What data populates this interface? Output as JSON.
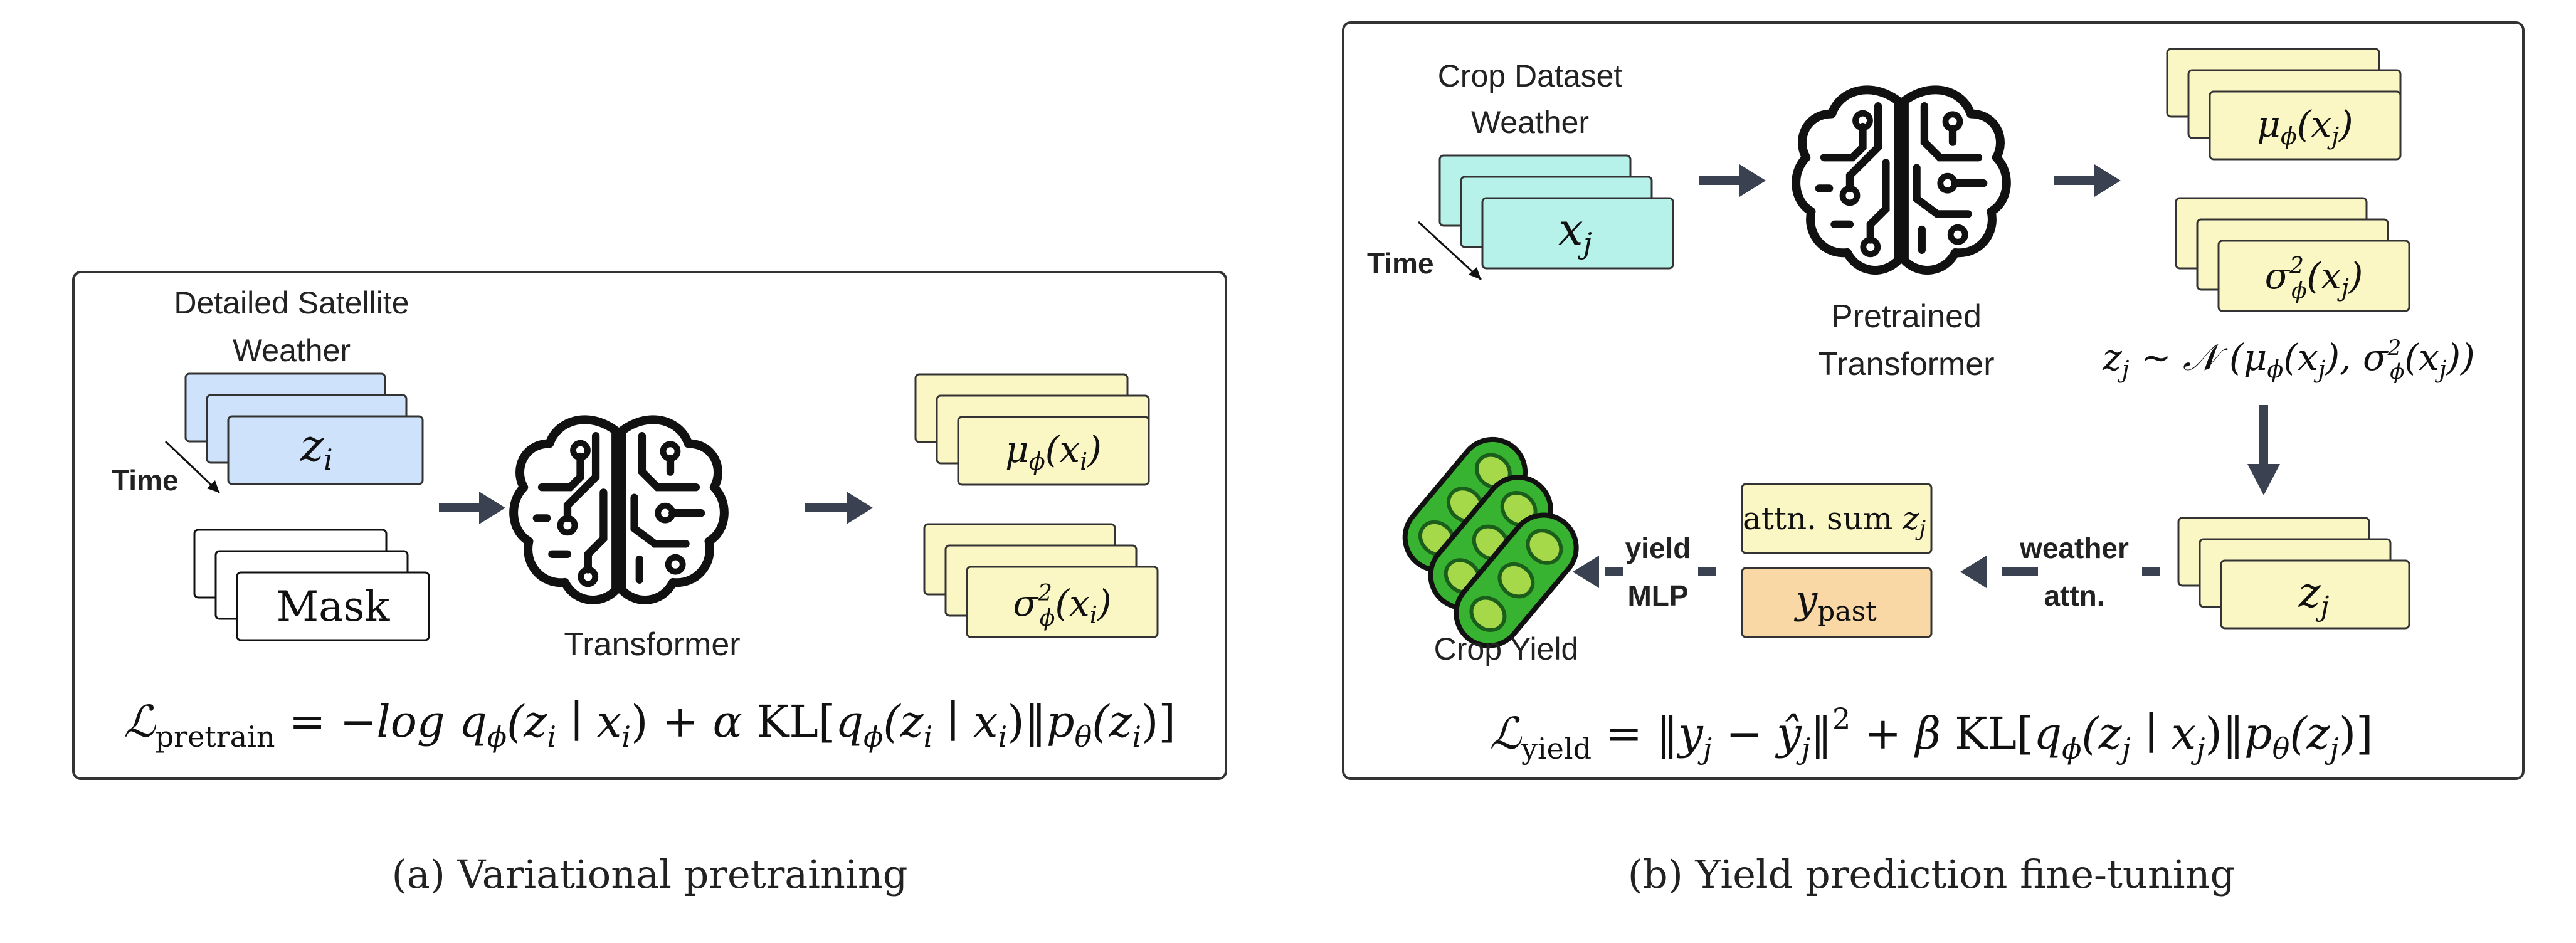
{
  "colors": {
    "panel_stroke": "#333333",
    "arrow": "#3a4150",
    "satellite_card": "#cfe2fb",
    "weather_card": "#b6f2ea",
    "output_card": "#fbf7c4",
    "attn_card": "#fbf7c4",
    "ypast_card": "#fad8a6",
    "mask_card": "#ffffff",
    "pod_green": "#38b331",
    "pod_dark": "#1b5e1b",
    "bean_yellow": "#a6d94a"
  },
  "panel_a": {
    "input_title_line1": "Detailed Satellite",
    "input_title_line2": "Weather",
    "input_var": "z",
    "input_sub": "i",
    "time_label": "Time",
    "mask_label": "Mask",
    "model_label": "Transformer",
    "model_icon": "brain-circuit-icon",
    "mu_output": "μ",
    "mu_sub": "ϕ",
    "mu_arg": "(x",
    "mu_arg_sub": "i",
    "mu_close": ")",
    "sigma_output": "σ",
    "sigma_sup": "2",
    "sigma_sub": "ϕ",
    "sigma_arg": "(x",
    "sigma_arg_sub": "i",
    "sigma_close": ")",
    "loss_L": "ℒ",
    "loss_sub": "pretrain",
    "loss_eq": " = −",
    "loss_log": "log q",
    "loss_q_sub": "ϕ",
    "loss_p1": "(z",
    "loss_p1_sub": "i",
    "loss_mid": " ∣ x",
    "loss_mid_sub": "i",
    "loss_close": ") + ",
    "loss_alpha": "α",
    "loss_kl": " KL[",
    "loss_q2": "q",
    "loss_q2_sub": "ϕ",
    "loss_p2": "(z",
    "loss_p2_sub": "i",
    "loss_mid2": " ∣ x",
    "loss_mid2_sub": "i",
    "loss_close2": ")‖",
    "loss_p": "p",
    "loss_p_sub": "θ",
    "loss_p3": "(z",
    "loss_p3_sub": "i",
    "loss_end": ")]",
    "caption": "(a) Variational pretraining"
  },
  "panel_b": {
    "input_title_line1": "Crop Dataset",
    "input_title_line2": "Weather",
    "input_var": "x",
    "input_sub": "j",
    "time_label": "Time",
    "model_label_line1": "Pretrained",
    "model_label_line2": "Transformer",
    "model_icon": "brain-circuit-icon",
    "mu_output": "μ",
    "mu_sub": "ϕ",
    "mu_arg": "(x",
    "mu_arg_sub": "j",
    "mu_close": ")",
    "sigma_output": "σ",
    "sigma_sup": "2",
    "sigma_sub": "ϕ",
    "sigma_arg": "(x",
    "sigma_arg_sub": "j",
    "sigma_close": ")",
    "sample_z": "z",
    "sample_z_sub": "j",
    "sample_sim": " ∼ ",
    "sample_N": "𝒩",
    "sample_open": " (",
    "sample_mu": "μ",
    "sample_mu_sub": "ϕ",
    "sample_mu_arg": "(x",
    "sample_mu_arg_sub": "j",
    "sample_comma": "), ",
    "sample_sigma": "σ",
    "sample_sigma_sup": "2",
    "sample_sigma_sub": "ϕ",
    "sample_sigma_arg": "(x",
    "sample_sigma_arg_sub": "j",
    "sample_close": "))",
    "latent_var": "z",
    "latent_sub": "j",
    "weather_attn_line1": "weather",
    "weather_attn_line2": "attn.",
    "attn_sum_text": "attn. sum ",
    "attn_sum_var": "z",
    "attn_sum_sub": "j",
    "ypast_var": "y",
    "ypast_sub": "past",
    "yield_mlp_line1": "yield",
    "yield_mlp_line2": "MLP",
    "output_label": "Crop Yield",
    "output_icon": "soybean-pods-icon",
    "loss_L": "ℒ",
    "loss_sub": "yield",
    "loss_eq": " = ",
    "loss_norm_open": "‖",
    "loss_y": "y",
    "loss_y_sub": "j",
    "loss_minus": " − ",
    "loss_yhat": "ŷ",
    "loss_yhat_sub": "j",
    "loss_norm_close": "‖",
    "loss_sq": "2",
    "loss_plus": " + ",
    "loss_beta": "β",
    "loss_kl": " KL[",
    "loss_q": "q",
    "loss_q_sub": "ϕ",
    "loss_p1": "(z",
    "loss_p1_sub": "j",
    "loss_mid": " ∣ x",
    "loss_mid_sub": "j",
    "loss_close": ")‖",
    "loss_p": "p",
    "loss_p_sub": "θ",
    "loss_p2": "(z",
    "loss_p2_sub": "j",
    "loss_end": ")]",
    "caption": "(b) Yield prediction fine-tuning"
  }
}
